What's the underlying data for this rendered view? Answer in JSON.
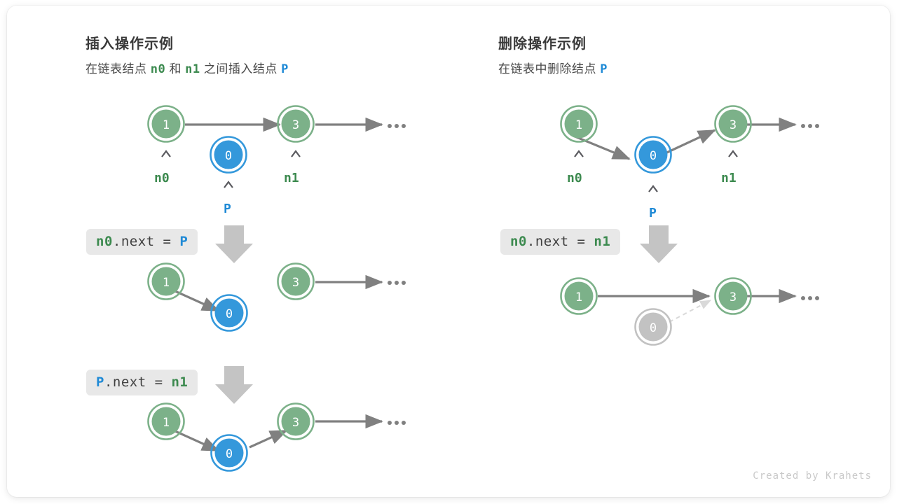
{
  "figure": {
    "background": "#ffffff",
    "card_background": "#ffffff",
    "footer": "Created by Krahets"
  },
  "colors": {
    "node_green_fill": "#7cb189",
    "node_green_ring": "#7cb189",
    "node_blue_fill": "#3498db",
    "node_blue_ring": "#3498db",
    "node_gray_fill": "#c2c2c2",
    "node_gray_ring": "#c2c2c2",
    "arrow_gray": "#808080",
    "arrow_faded": "#d9d9d9",
    "label_green": "#3c8a4f",
    "label_blue": "#1f8ad6",
    "code_chip_bg": "#e8e8e8",
    "title_text": "#3a3a3a",
    "footer_text": "#c9c9c9"
  },
  "panels": [
    {
      "id": "insert",
      "title": "插入操作示例",
      "subtitle_parts": [
        {
          "text": "在链表结点 ",
          "style": "plain"
        },
        {
          "text": "n0",
          "style": "green"
        },
        {
          "text": " 和 ",
          "style": "plain"
        },
        {
          "text": "n1",
          "style": "green"
        },
        {
          "text": " 之间插入结点 ",
          "style": "plain"
        },
        {
          "text": "P",
          "style": "blue"
        }
      ],
      "steps": [
        {
          "code_parts": [
            {
              "text": "n0",
              "style": "green"
            },
            {
              "text": ".next = ",
              "style": "plain"
            },
            {
              "text": "P",
              "style": "blue"
            }
          ]
        },
        {
          "code_parts": [
            {
              "text": "P",
              "style": "blue"
            },
            {
              "text": ".next = ",
              "style": "plain"
            },
            {
              "text": "n1",
              "style": "green"
            }
          ]
        }
      ],
      "rows": [
        {
          "label": "initial-state",
          "nodes": [
            {
              "value": "1",
              "color": "green",
              "pointer": "n0",
              "pointer_color": "green"
            },
            {
              "value": "0",
              "color": "blue",
              "pointer": "P",
              "pointer_color": "blue"
            },
            {
              "value": "3",
              "color": "green",
              "pointer": "n1",
              "pointer_color": "green"
            }
          ],
          "ellipsis": "..."
        },
        {
          "label": "after-n0-next-p",
          "nodes": [
            {
              "value": "1",
              "color": "green"
            },
            {
              "value": "0",
              "color": "blue"
            },
            {
              "value": "3",
              "color": "green"
            }
          ],
          "ellipsis": "..."
        },
        {
          "label": "after-p-next-n1",
          "nodes": [
            {
              "value": "1",
              "color": "green"
            },
            {
              "value": "0",
              "color": "blue"
            },
            {
              "value": "3",
              "color": "green"
            }
          ],
          "ellipsis": "..."
        }
      ]
    },
    {
      "id": "delete",
      "title": "删除操作示例",
      "subtitle_parts": [
        {
          "text": "在链表中删除结点 ",
          "style": "plain"
        },
        {
          "text": "P",
          "style": "blue"
        }
      ],
      "steps": [
        {
          "code_parts": [
            {
              "text": "n0",
              "style": "green"
            },
            {
              "text": ".next = ",
              "style": "plain"
            },
            {
              "text": "n1",
              "style": "green"
            }
          ]
        }
      ],
      "rows": [
        {
          "label": "initial-state",
          "nodes": [
            {
              "value": "1",
              "color": "green",
              "pointer": "n0",
              "pointer_color": "green"
            },
            {
              "value": "0",
              "color": "blue",
              "pointer": "P",
              "pointer_color": "blue"
            },
            {
              "value": "3",
              "color": "green",
              "pointer": "n1",
              "pointer_color": "green"
            }
          ],
          "ellipsis": "..."
        },
        {
          "label": "after-n0-next-n1",
          "nodes": [
            {
              "value": "1",
              "color": "green"
            },
            {
              "value": "0",
              "color": "gray"
            },
            {
              "value": "3",
              "color": "green"
            }
          ],
          "ellipsis": "..."
        }
      ]
    }
  ]
}
